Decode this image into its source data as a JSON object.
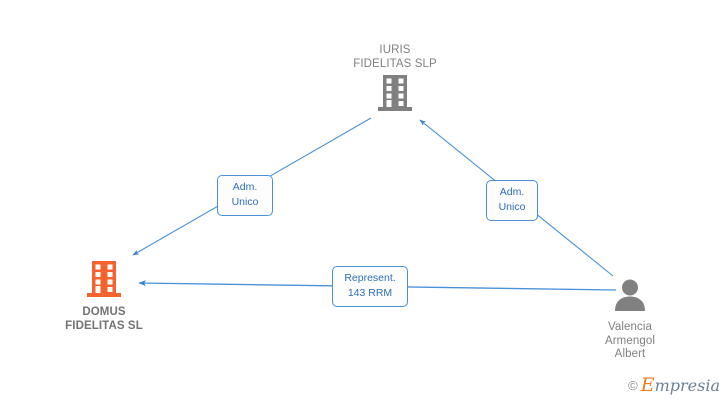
{
  "diagram": {
    "type": "corporate-relationship-graph",
    "background": "#ffffff",
    "edge_color": "#4a90d9",
    "focus_color": "#f4622d",
    "text_color": "#808080",
    "nodes": [
      {
        "id": "iuris",
        "icon": "company-building-icon",
        "icon_color": "#808080",
        "label": "IURIS\nFIDELITAS SLP",
        "label_position": "above",
        "focus": false
      },
      {
        "id": "domus",
        "icon": "company-building-icon",
        "icon_color": "#f4622d",
        "label": "DOMUS\nFIDELITAS SL",
        "label_position": "below",
        "focus": true
      },
      {
        "id": "person",
        "icon": "person-icon",
        "icon_color": "#808080",
        "label": "Valencia\nArmengol\nAlbert",
        "label_position": "below",
        "focus": false
      }
    ],
    "edges": [
      {
        "id": "iuris-to-domus",
        "from": "iuris",
        "to": "domus",
        "label": "Adm.\nUnico",
        "arrow": "to-target"
      },
      {
        "id": "person-to-iuris",
        "from": "person",
        "to": "iuris",
        "label": "Adm.\nUnico",
        "arrow": "to-target"
      },
      {
        "id": "person-to-domus",
        "from": "person",
        "to": "domus",
        "label": "Represent.\n143 RRM",
        "arrow": "to-target"
      }
    ]
  },
  "watermark": {
    "copyright_symbol": "©",
    "brand_initial": "E",
    "brand_rest": "mpresia"
  }
}
